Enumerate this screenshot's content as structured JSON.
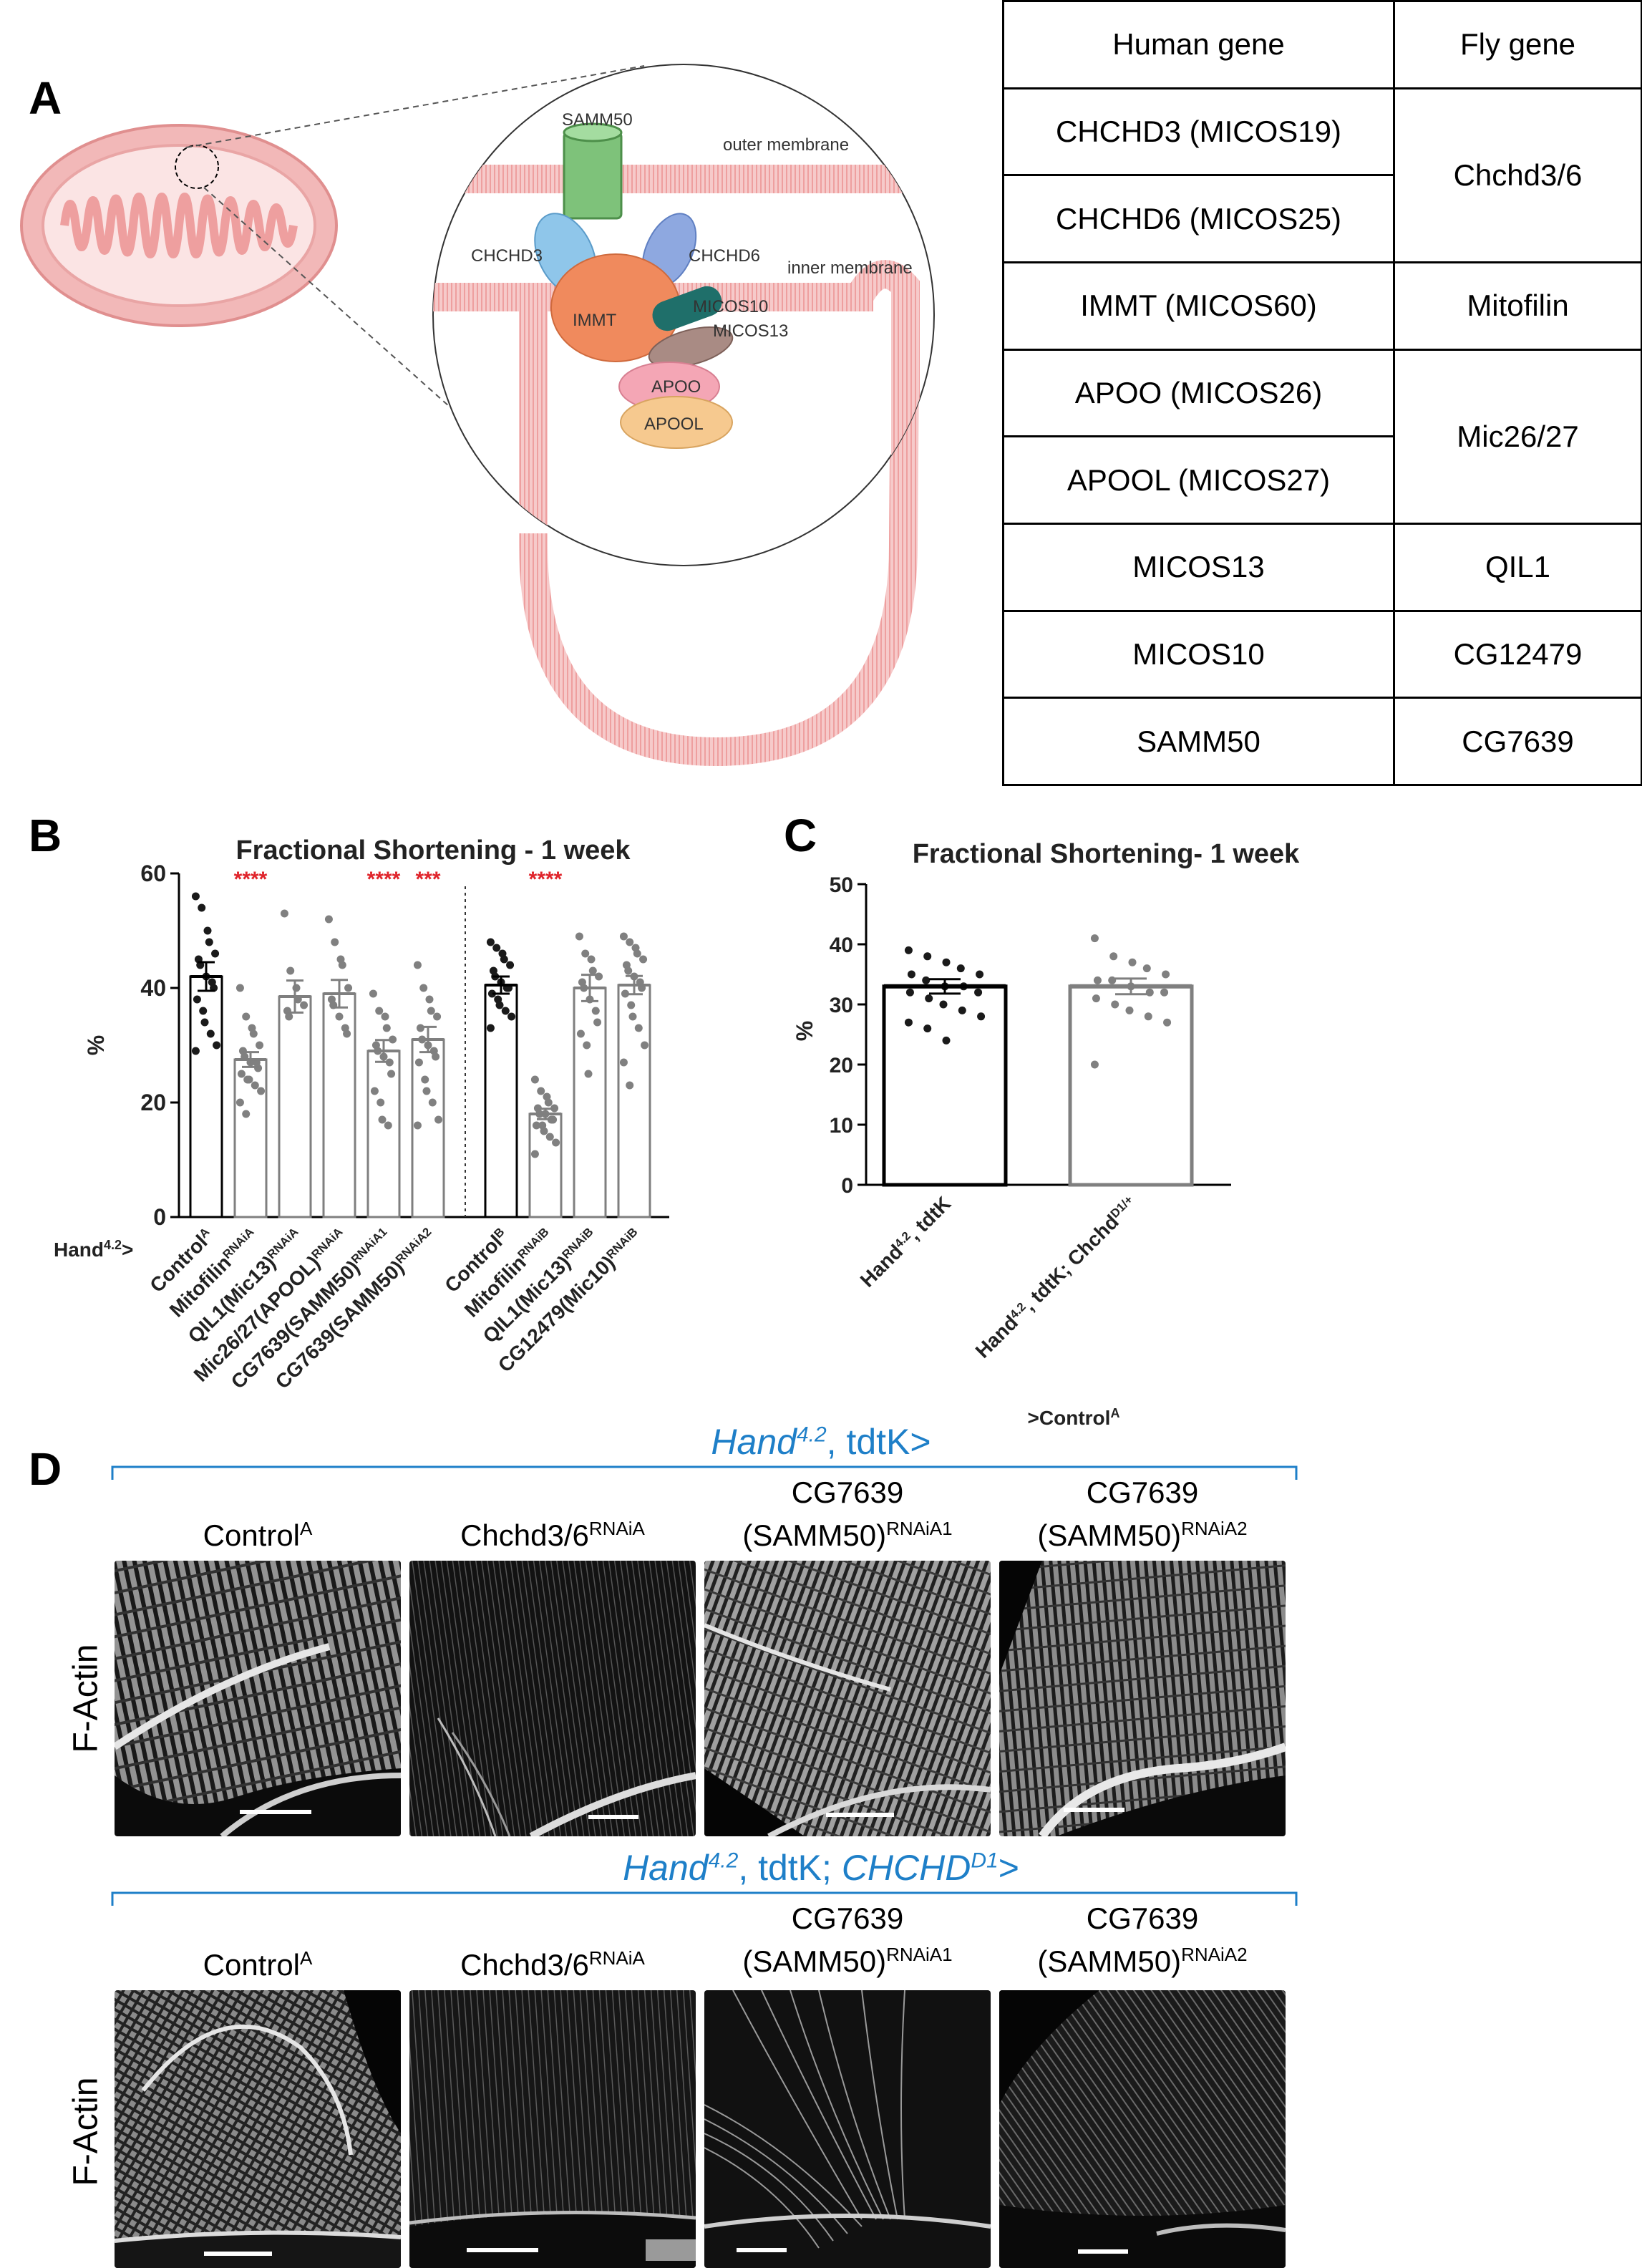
{
  "panels": {
    "A": "A",
    "B": "B",
    "C": "C",
    "D": "D"
  },
  "panelA": {
    "labels": {
      "samm50": "SAMM50",
      "outer_membrane": "outer membrane",
      "chchd3": "CHCHD3",
      "chchd6": "CHCHD6",
      "inner_membrane": "inner membrane",
      "immt": "IMMT",
      "micos10": "MICOS10",
      "micos13": "MICOS13",
      "apoo": "APOO",
      "apool": "APOOL"
    },
    "colors": {
      "mito": "#f2b8b8",
      "samm50": "#7ec27a",
      "chchd3": "#8fc6ea",
      "chchd6": "#8ea8e0",
      "immt": "#f08a5d",
      "micos10": "#1f6f6a",
      "micos13": "#a98b84",
      "apoo": "#f4a6b5",
      "apool": "#f6c98f"
    }
  },
  "gene_table": {
    "headers": [
      "Human gene",
      "Fly gene"
    ],
    "rows": [
      [
        "CHCHD3 (MICOS19)",
        "Chchd3/6"
      ],
      [
        "CHCHD6 (MICOS25)",
        ""
      ],
      [
        "IMMT (MICOS60)",
        "Mitofilin"
      ],
      [
        "APOO (MICOS26)",
        "Mic26/27"
      ],
      [
        "APOOL (MICOS27)",
        ""
      ],
      [
        "MICOS13",
        "QIL1"
      ],
      [
        "MICOS10",
        "CG12479"
      ],
      [
        "SAMM50",
        "CG7639"
      ]
    ]
  },
  "chart_data": [
    {
      "type": "bar",
      "title": "Fractional Shortening - 1 week",
      "ylabel": "%",
      "ylim": [
        0,
        60
      ],
      "yticks": [
        0,
        20,
        40,
        60
      ],
      "xaxis_prefix": "Hand4.2>",
      "categories": [
        {
          "base": "Control",
          "sup": "A"
        },
        {
          "base": "Mitofilin",
          "sup": "RNAiA"
        },
        {
          "base": "QIL1(Mic13)",
          "sup": "RNAiA"
        },
        {
          "base": "Mic26/27(APOOL)",
          "sup": "RNAiA"
        },
        {
          "base": "CG7639(SAMM50)",
          "sup": "RNAiA1"
        },
        {
          "base": "CG7639(SAMM50)",
          "sup": "RNAiA2"
        },
        {
          "base": "Control",
          "sup": "B"
        },
        {
          "base": "Mitofilin",
          "sup": "RNAiB"
        },
        {
          "base": "QIL1(Mic13)",
          "sup": "RNAiB"
        },
        {
          "base": "CG12479(Mic10)",
          "sup": "RNAiB"
        }
      ],
      "values": [
        42,
        27.5,
        38.5,
        39,
        29,
        31,
        40.5,
        18,
        40,
        40.5
      ],
      "errors": [
        2.5,
        1.3,
        2.8,
        2.4,
        1.9,
        2.2,
        1.5,
        0.9,
        2.3,
        1.6
      ],
      "significance": [
        "",
        "****",
        "",
        "",
        "****",
        "***",
        "",
        "****",
        "",
        ""
      ],
      "bar_colors": [
        "#000000",
        "#7f7f7f",
        "#7f7f7f",
        "#7f7f7f",
        "#7f7f7f",
        "#7f7f7f",
        "#000000",
        "#7f7f7f",
        "#7f7f7f",
        "#7f7f7f"
      ],
      "divider_after": 6,
      "points": [
        [
          56,
          54,
          50,
          48,
          46,
          45,
          44,
          42,
          41,
          40,
          38,
          36,
          34,
          32,
          30,
          29
        ],
        [
          40,
          35,
          33,
          32,
          30,
          29,
          28,
          27,
          27,
          26,
          25,
          24,
          24,
          23,
          22,
          20,
          18
        ],
        [
          53,
          43,
          40,
          38,
          37,
          36,
          35
        ],
        [
          52,
          48,
          45,
          44,
          40,
          38,
          37,
          35,
          33,
          32
        ],
        [
          39,
          36,
          35,
          33,
          31,
          30,
          29,
          28,
          27,
          25,
          22,
          20,
          17,
          16
        ],
        [
          44,
          40,
          38,
          36,
          35,
          33,
          31,
          30,
          29,
          28,
          27,
          24,
          22,
          20,
          17,
          16
        ],
        [
          48,
          47,
          46,
          45,
          44,
          43,
          42,
          41,
          40,
          40,
          39,
          38,
          37,
          36,
          35,
          33
        ],
        [
          24,
          22,
          21,
          20,
          19,
          19,
          18,
          18,
          17,
          17,
          16,
          16,
          15,
          14,
          13,
          11
        ],
        [
          49,
          46,
          45,
          43,
          42,
          41,
          40,
          38,
          36,
          34,
          32,
          30,
          25
        ],
        [
          49,
          48,
          47,
          46,
          45,
          44,
          43,
          42,
          41,
          40,
          39,
          37,
          35,
          33,
          30,
          27,
          23
        ]
      ]
    },
    {
      "type": "bar",
      "title": "Fractional Shortening- 1 week",
      "ylabel": "%",
      "ylim": [
        0,
        50
      ],
      "yticks": [
        0,
        10,
        20,
        30,
        40,
        50
      ],
      "categories": [
        {
          "base": "Hand",
          "sup": "4.2",
          "mid": ", tdtK",
          "sup2": ""
        },
        {
          "base": "Hand",
          "sup": "4.2",
          "mid": ", tdtK; Chchd",
          "sup2": "D1/+"
        }
      ],
      "values": [
        33,
        33
      ],
      "errors": [
        1.2,
        1.3
      ],
      "bar_colors": [
        "#000000",
        "#7f7f7f"
      ],
      "points": [
        [
          39,
          38,
          37,
          36,
          35,
          35,
          34,
          33,
          33,
          32,
          32,
          31,
          30,
          29,
          28,
          27,
          26,
          24
        ],
        [
          41,
          38,
          37,
          36,
          35,
          34,
          34,
          33,
          32,
          32,
          31,
          30,
          29,
          28,
          27,
          20
        ]
      ],
      "xlabel": ">Control",
      "xlabel_sup": "A"
    }
  ],
  "panelD": {
    "genotype1": {
      "italic": "Hand",
      "sup": "4.2",
      "rest": ", tdtK>"
    },
    "genotype2": {
      "italic": "Hand",
      "sup": "4.2",
      "rest": ", tdtK; ",
      "italic2": "CHCHD",
      "sup2": "D1",
      "rest2": ">"
    },
    "row_label": "F-Actin",
    "columns": [
      {
        "line1": "",
        "base": "Control",
        "sup": "A"
      },
      {
        "line1": "",
        "base": "Chchd3/6",
        "sup": "RNAiA"
      },
      {
        "line1": "CG7639",
        "base": "(SAMM50)",
        "sup": "RNAiA1"
      },
      {
        "line1": "CG7639",
        "base": "(SAMM50)",
        "sup": "RNAiA2"
      }
    ]
  }
}
